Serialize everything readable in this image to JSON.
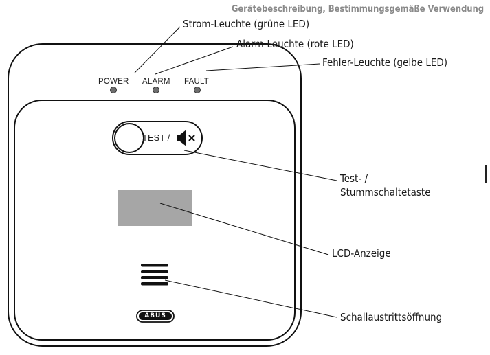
{
  "header": {
    "section_title": "Gerätebeschreibung, Bestimmungsgemäße Verwendung"
  },
  "device": {
    "leds": [
      {
        "label": "POWER",
        "color": "#6e6e6e"
      },
      {
        "label": "ALARM",
        "color": "#6e6e6e"
      },
      {
        "label": "FAULT",
        "color": "#6e6e6e"
      }
    ],
    "test_button_label": "TEST /",
    "test_button_icon": "speaker-mute-icon",
    "brand_logo": "ABUS",
    "lcd_color": "#a6a6a6"
  },
  "callouts": {
    "power_led": "Strom-Leuchte (grüne LED)",
    "alarm_led": "Alarm-Leuchte (rote LED)",
    "fault_led": "Fehler-Leuchte (gelbe LED)",
    "test_button_line1": "Test- /",
    "test_button_line2": "Stummschaltetaste",
    "lcd": "LCD-Anzeige",
    "sound_outlet": "Schallaustrittsöffnung"
  }
}
